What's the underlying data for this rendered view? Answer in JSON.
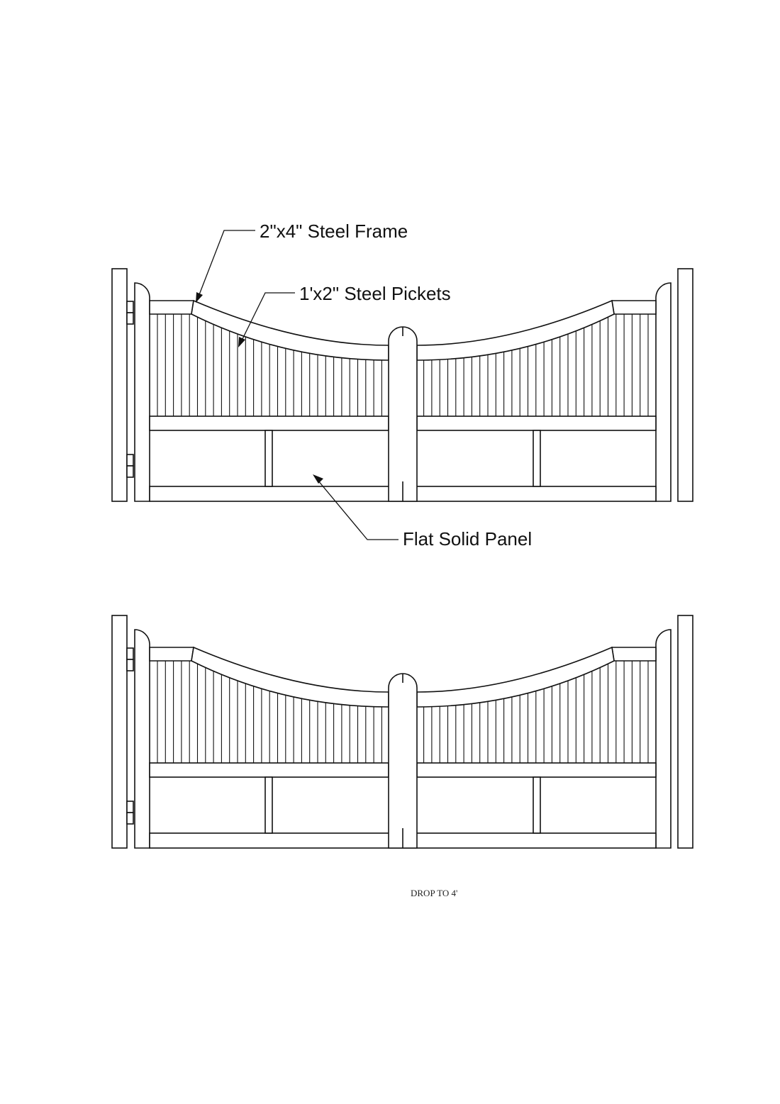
{
  "labels": {
    "frame": "2\"x4\" Steel Frame",
    "pickets": "1'x2\" Steel Pickets",
    "panel": "Flat Solid Panel"
  },
  "notes": {
    "drop": "DROP TO 4'"
  },
  "colors": {
    "line": "#111111",
    "background": "#ffffff"
  }
}
